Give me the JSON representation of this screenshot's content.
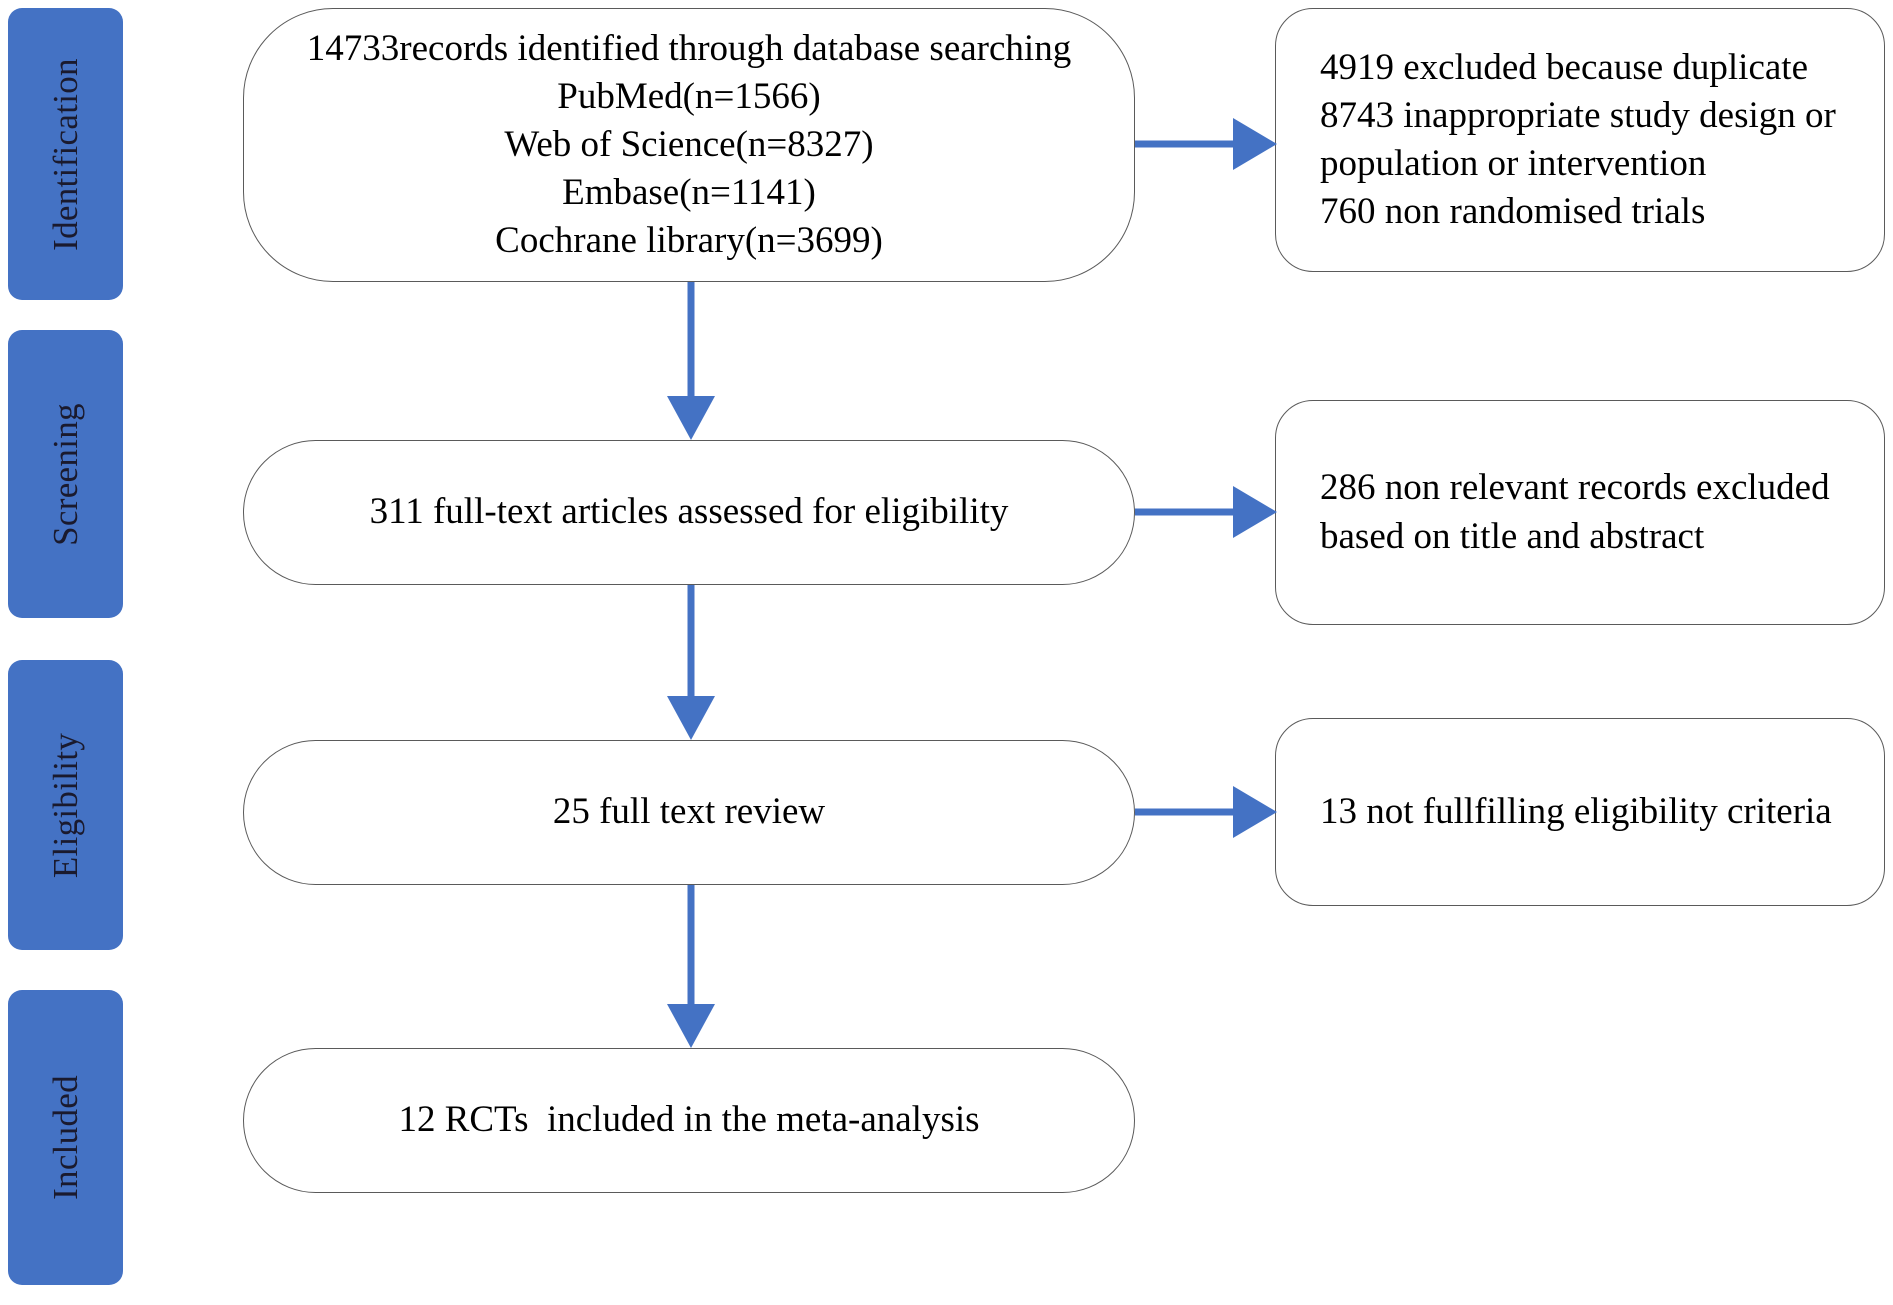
{
  "diagram": {
    "title": "PRISMA study selection flow diagram",
    "accent_color": "#4472C4",
    "box_border_color": "#5a5a5a",
    "background_color": "#ffffff"
  },
  "stages": [
    {
      "label": "Identification"
    },
    {
      "label": "Screening"
    },
    {
      "label": "Eligibility"
    },
    {
      "label": "Included"
    }
  ],
  "main_boxes": [
    {
      "name": "identification-records-box",
      "lines": [
        "14733records identified through database searching",
        "PubMed(n=1566)",
        "Web of Science(n=8327)",
        "Embase(n=1141)",
        "Cochrane library(n=3699)"
      ]
    },
    {
      "name": "screening-fulltext-box",
      "lines": [
        "311 full-text articles assessed for eligibility"
      ]
    },
    {
      "name": "eligibility-review-box",
      "lines": [
        "25 full text review"
      ]
    },
    {
      "name": "included-rcts-box",
      "lines": [
        "12 RCTs  included in the meta-analysis"
      ]
    }
  ],
  "side_boxes": [
    {
      "name": "identification-excluded-box",
      "lines": [
        "4919 excluded because duplicate",
        "8743 inappropriate study design or",
        "population or intervention",
        "760 non randomised trials"
      ]
    },
    {
      "name": "screening-excluded-box",
      "lines": [
        "286 non relevant records excluded",
        "based on title and abstract"
      ]
    },
    {
      "name": "eligibility-excluded-box",
      "lines": [
        "13 not fullfilling eligibility criteria"
      ]
    }
  ],
  "counts": {
    "records_identified_total": 14733,
    "pubmed": 1566,
    "web_of_science": 8327,
    "embase": 1141,
    "cochrane_library": 3699,
    "excluded_duplicate": 4919,
    "excluded_inappropriate_design": 8743,
    "excluded_non_randomised": 760,
    "fulltext_assessed": 311,
    "excluded_non_relevant": 286,
    "full_text_review": 25,
    "excluded_not_fulfilling": 13,
    "rcts_included": 12
  },
  "arrows": [
    {
      "name": "arrow-identification-to-excluded",
      "direction": "right"
    },
    {
      "name": "arrow-identification-to-screening",
      "direction": "down"
    },
    {
      "name": "arrow-screening-to-excluded",
      "direction": "right"
    },
    {
      "name": "arrow-screening-to-eligibility",
      "direction": "down"
    },
    {
      "name": "arrow-eligibility-to-excluded",
      "direction": "right"
    },
    {
      "name": "arrow-eligibility-to-included",
      "direction": "down"
    }
  ]
}
